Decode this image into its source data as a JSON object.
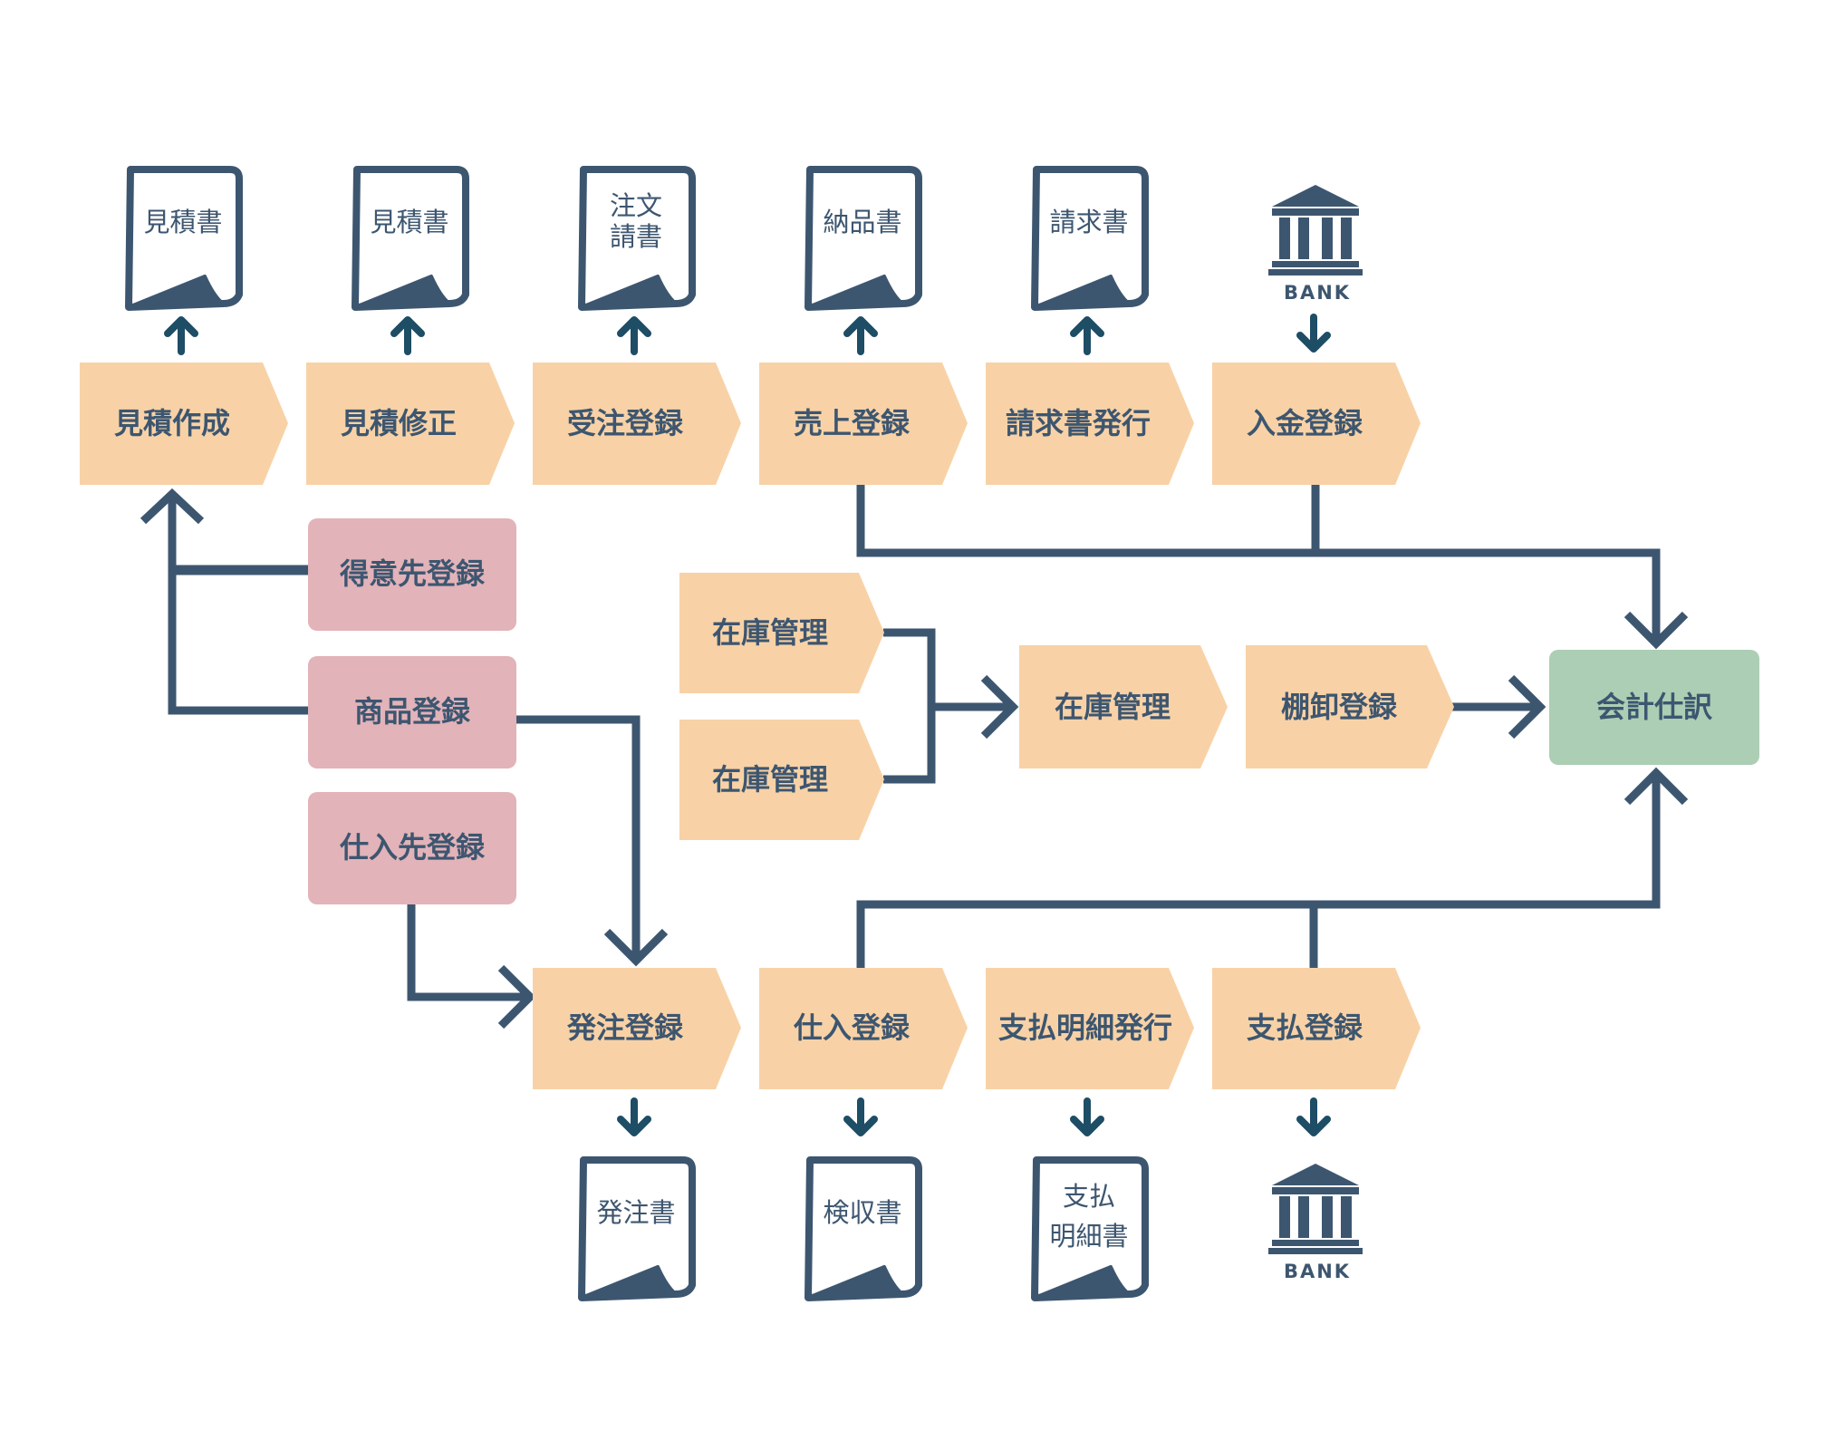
{
  "colors": {
    "process": "#f8d2a6",
    "master": "#e2b3b9",
    "accounting": "#acceb4",
    "line": "#3d5670",
    "arrow_small": "#1e4d66"
  },
  "top_row": {
    "steps": [
      "見積作成",
      "見積修正",
      "受注登録",
      "売上登録",
      "請求書発行",
      "入金登録"
    ],
    "documents": [
      {
        "lines": [
          "見積書"
        ]
      },
      {
        "lines": [
          "見積書"
        ]
      },
      {
        "lines": [
          "注文",
          "請書"
        ]
      },
      {
        "lines": [
          "納品書"
        ]
      },
      {
        "lines": [
          "請求書"
        ]
      }
    ],
    "bank_label": "BANK"
  },
  "masters": [
    "得意先登録",
    "商品登録",
    "仕入先登録"
  ],
  "inventory": {
    "inputs": [
      "在庫管理",
      "在庫管理"
    ],
    "merged": "在庫管理",
    "stocktake": "棚卸登録"
  },
  "accounting": "会計仕訳",
  "bottom_row": {
    "steps": [
      "発注登録",
      "仕入登録",
      "支払明細発行",
      "支払登録"
    ],
    "documents": [
      {
        "lines": [
          "発注書"
        ]
      },
      {
        "lines": [
          "検収書"
        ]
      },
      {
        "lines": [
          "支払",
          "明細書"
        ]
      }
    ],
    "bank_label": "BANK"
  }
}
